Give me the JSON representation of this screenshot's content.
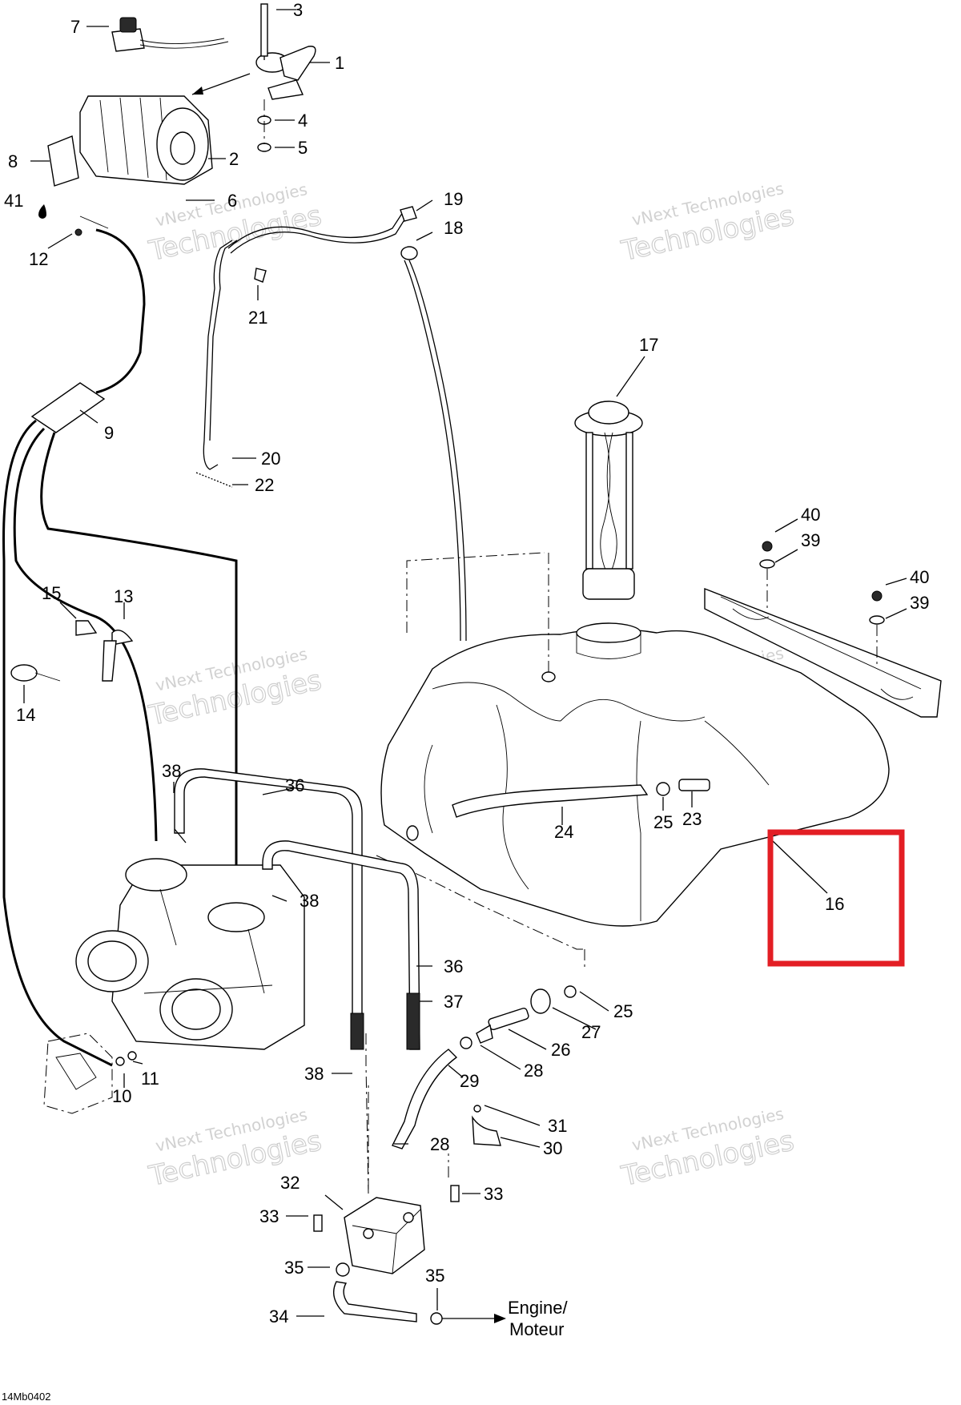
{
  "diagram_code": "14Mb0402",
  "destination_label": {
    "line1": "Engine/",
    "line2": "Moteur"
  },
  "watermark": {
    "line1": "vNext Technologies",
    "line2": "Technologies"
  },
  "highlight_color": "#e31e24",
  "highlighted_callout": "16",
  "callouts": {
    "c1": "1",
    "c2": "2",
    "c3": "3",
    "c4": "4",
    "c5": "5",
    "c6": "6",
    "c7": "7",
    "c8": "8",
    "c9": "9",
    "c10": "10",
    "c11": "11",
    "c12": "12",
    "c13": "13",
    "c14": "14",
    "c15": "15",
    "c16": "16",
    "c17": "17",
    "c18": "18",
    "c19": "19",
    "c20": "20",
    "c21": "21",
    "c22": "22",
    "c23": "23",
    "c24": "24",
    "c25a": "25",
    "c25b": "25",
    "c26": "26",
    "c27": "27",
    "c28a": "28",
    "c28b": "28",
    "c29": "29",
    "c30": "30",
    "c31": "31",
    "c32": "32",
    "c33a": "33",
    "c33b": "33",
    "c34": "34",
    "c35a": "35",
    "c35b": "35",
    "c36a": "36",
    "c36b": "36",
    "c37": "37",
    "c38a": "38",
    "c38b": "38",
    "c38c": "38",
    "c39a": "39",
    "c39b": "39",
    "c40a": "40",
    "c40b": "40",
    "c41": "41"
  }
}
